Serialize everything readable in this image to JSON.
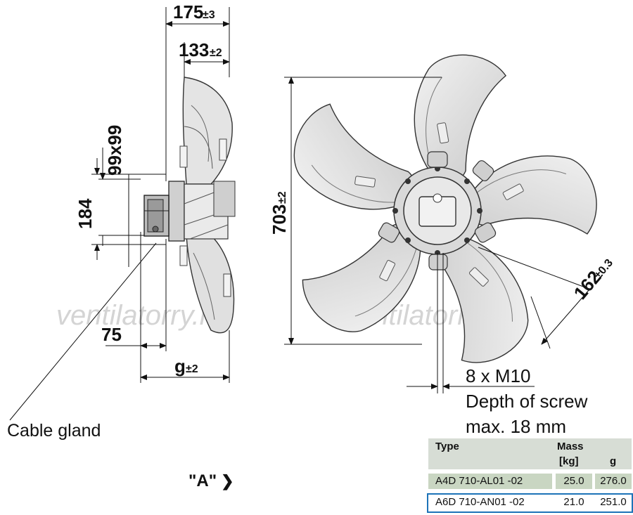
{
  "watermark": "ventilatorry.ru",
  "dimensions": {
    "overall_depth": "175",
    "overall_depth_tol": "±3",
    "blade_depth": "133",
    "blade_depth_tol": "±2",
    "flange": "99x99",
    "gland_height": "184",
    "offset": "75",
    "g": "g",
    "g_tol": "±2",
    "diameter": "703",
    "diameter_tol": "±2",
    "bolt_circle": "162",
    "bolt_circle_tol": "±0.3"
  },
  "labels": {
    "cable_gland": "Cable gland",
    "screw_line1": "8 x M10",
    "screw_line2": "Depth of screw",
    "screw_line3": "max. 18 mm",
    "view_a": "\"A\"",
    "view_a_arrow": "❯"
  },
  "table": {
    "headers": {
      "type": "Type",
      "mass": "Mass",
      "mass_unit": "[kg]",
      "g": "g"
    },
    "rows": [
      {
        "type": "A4D 710-AL01 -02",
        "mass": "25.0",
        "g": "276.0",
        "selected": false
      },
      {
        "type": "A6D 710-AN01 -02",
        "mass": "21.0",
        "g": "251.0",
        "selected": true
      }
    ]
  },
  "colors": {
    "highlight_border": "#1d73b8",
    "table_fill": "#c9d6c2",
    "header_fill": "#d7ddd5"
  }
}
